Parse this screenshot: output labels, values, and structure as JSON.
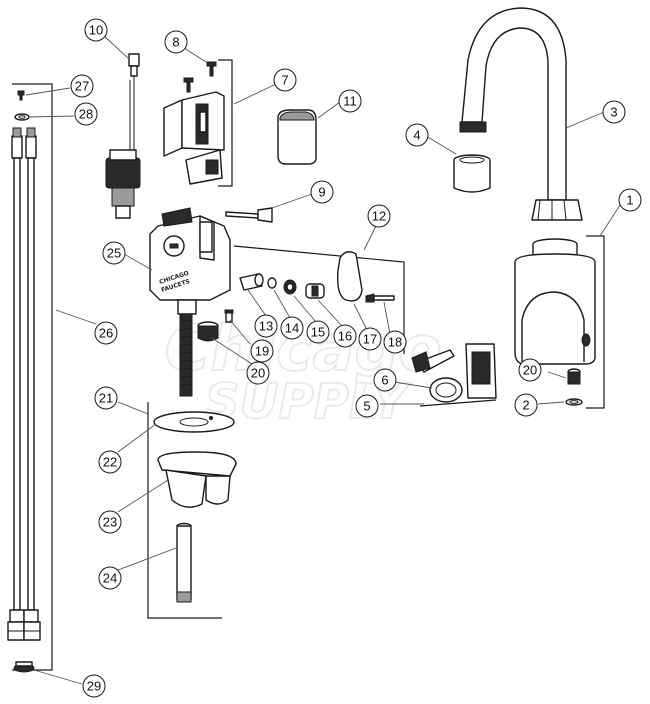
{
  "watermark": {
    "line1": "Chicago",
    "line2": "SUPPLY"
  },
  "brand_label": {
    "line1": "CHICAGO",
    "line2": "FAUCETS"
  },
  "callouts": [
    {
      "id": "c10",
      "label": "10"
    },
    {
      "id": "c8",
      "label": "8"
    },
    {
      "id": "c7",
      "label": "7"
    },
    {
      "id": "c11",
      "label": "11"
    },
    {
      "id": "c3",
      "label": "3"
    },
    {
      "id": "c4",
      "label": "4"
    },
    {
      "id": "c27",
      "label": "27"
    },
    {
      "id": "c28",
      "label": "28"
    },
    {
      "id": "c9",
      "label": "9"
    },
    {
      "id": "c12",
      "label": "12"
    },
    {
      "id": "c1",
      "label": "1"
    },
    {
      "id": "c25",
      "label": "25"
    },
    {
      "id": "c13",
      "label": "13"
    },
    {
      "id": "c14",
      "label": "14"
    },
    {
      "id": "c15",
      "label": "15"
    },
    {
      "id": "c16",
      "label": "16"
    },
    {
      "id": "c17",
      "label": "17"
    },
    {
      "id": "c18",
      "label": "18"
    },
    {
      "id": "c19",
      "label": "19"
    },
    {
      "id": "c20a",
      "label": "20"
    },
    {
      "id": "c26",
      "label": "26"
    },
    {
      "id": "c6",
      "label": "6"
    },
    {
      "id": "c5",
      "label": "5"
    },
    {
      "id": "c20b",
      "label": "20"
    },
    {
      "id": "c2",
      "label": "2"
    },
    {
      "id": "c21",
      "label": "21"
    },
    {
      "id": "c22",
      "label": "22"
    },
    {
      "id": "c23",
      "label": "23"
    },
    {
      "id": "c24",
      "label": "24"
    },
    {
      "id": "c29",
      "label": "29"
    }
  ]
}
